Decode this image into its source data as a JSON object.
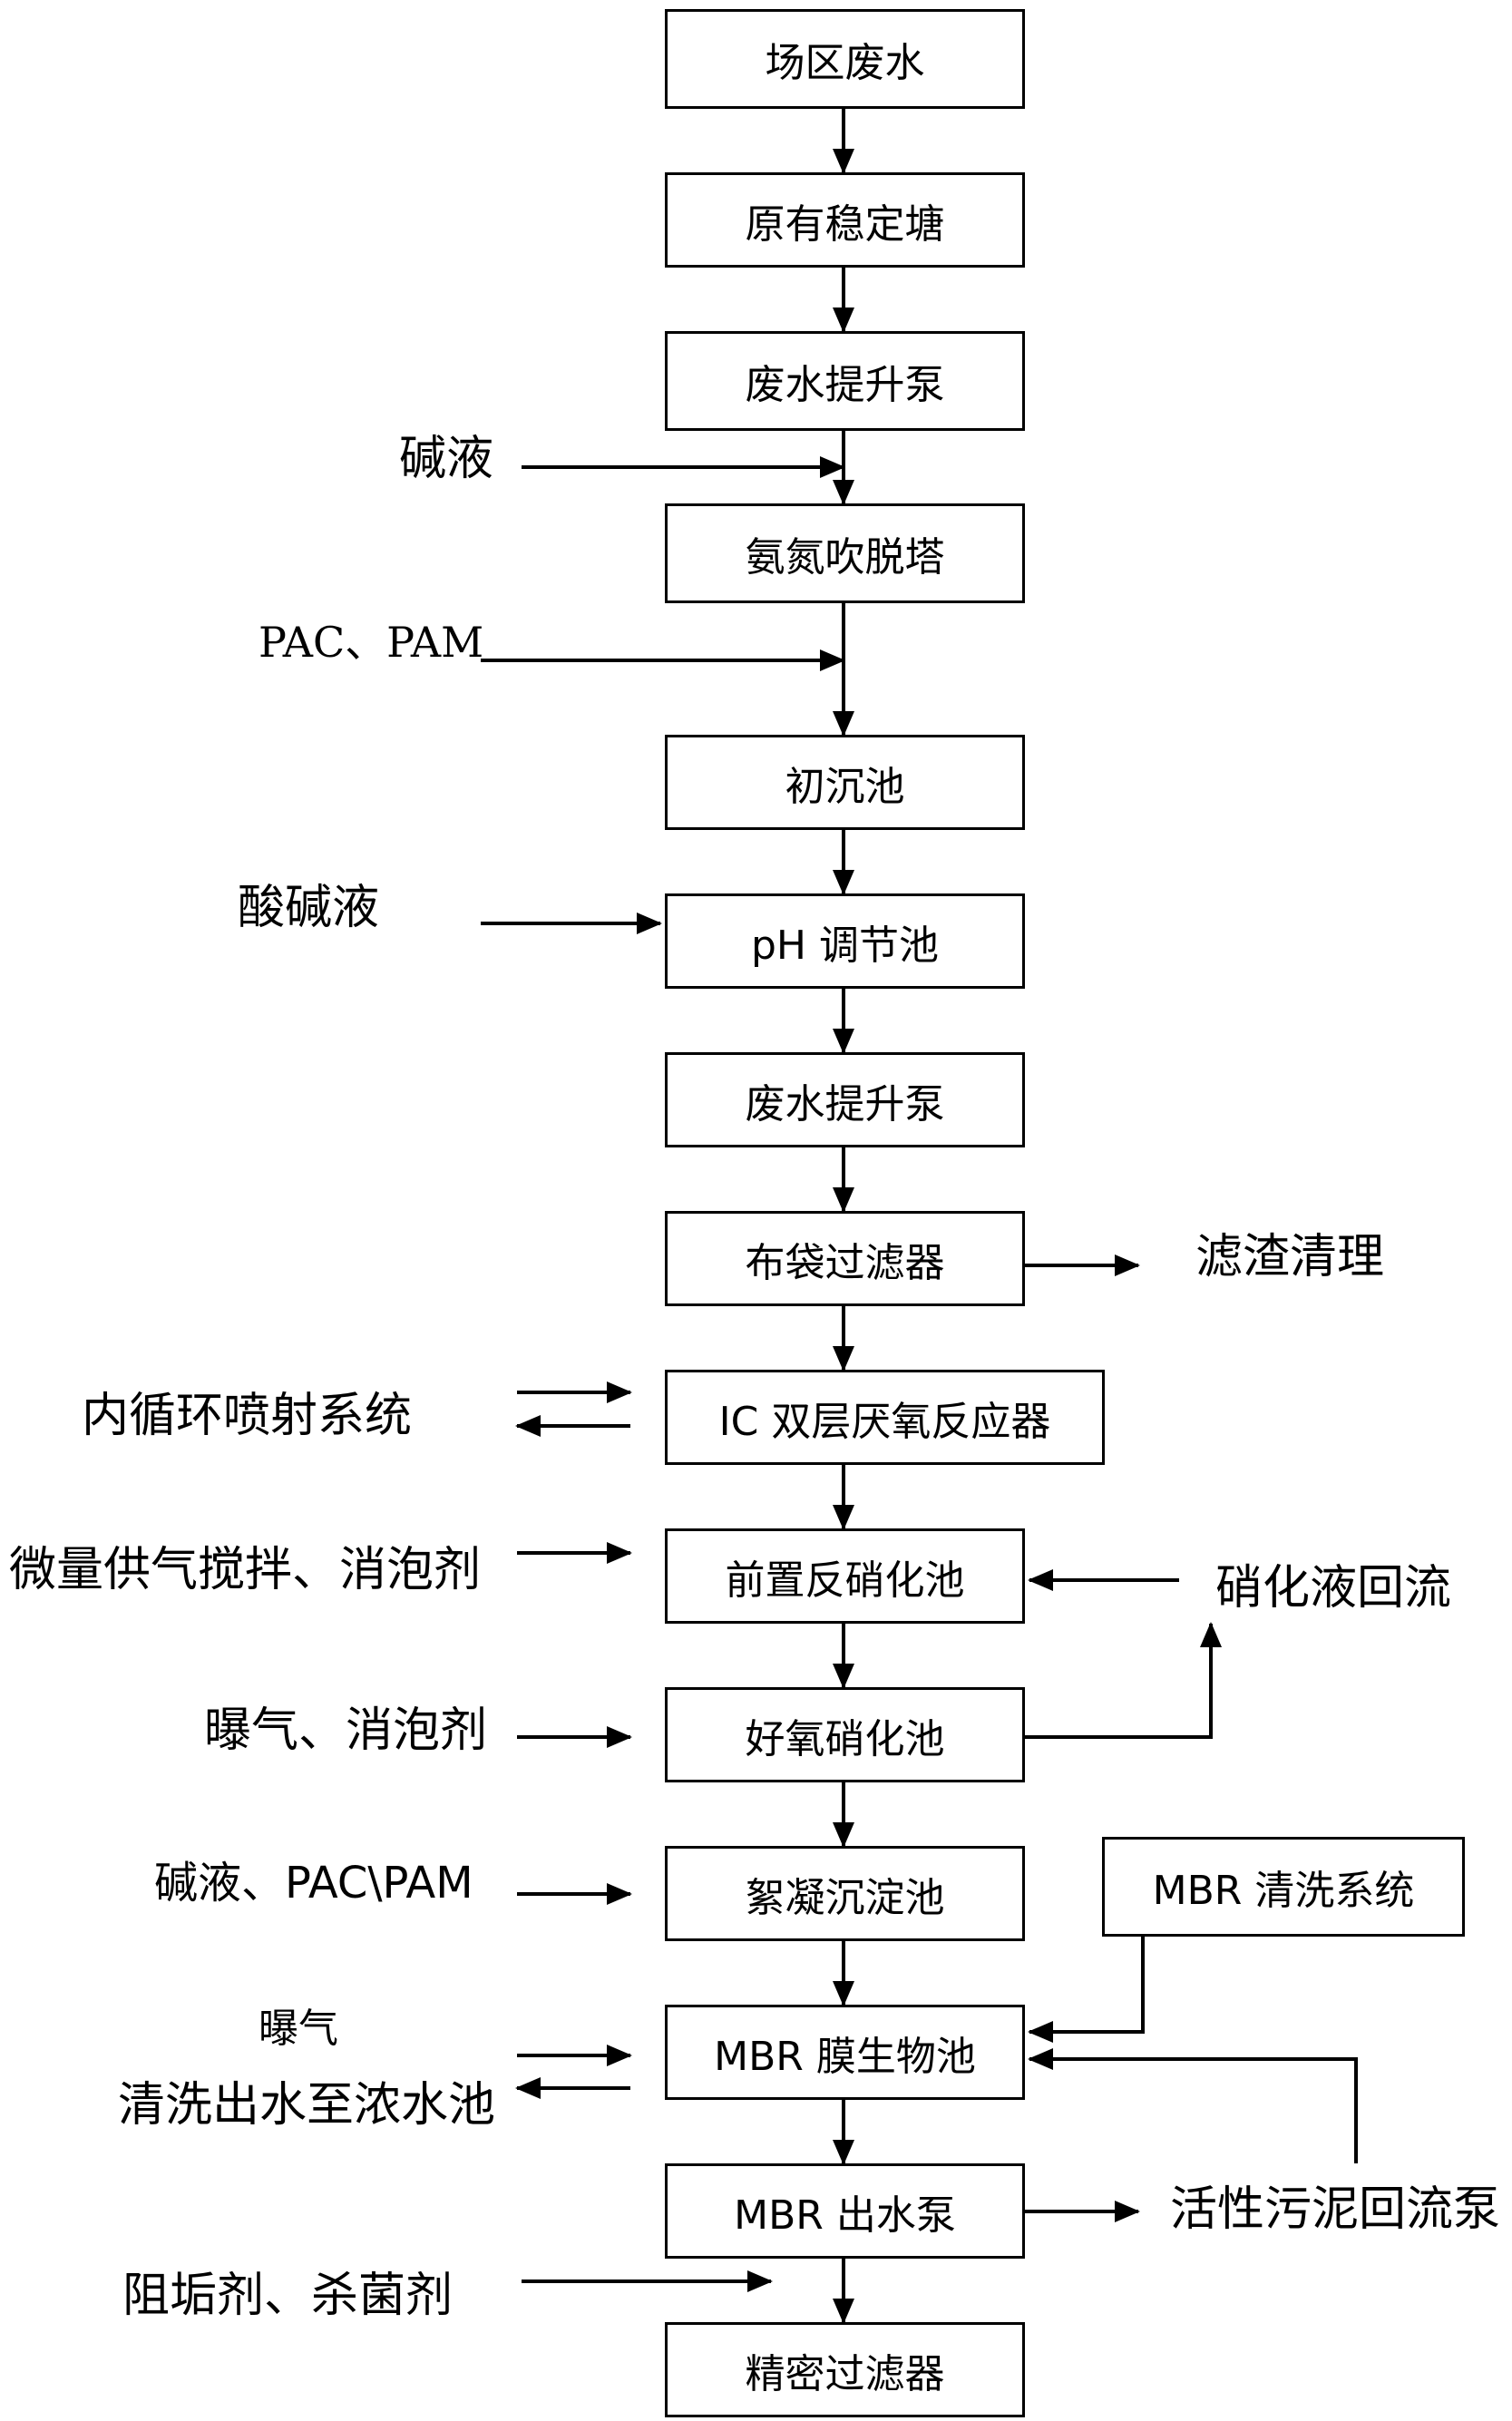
{
  "diagram": {
    "boxes": {
      "b1": "场区废水",
      "b2": "原有稳定塘",
      "b3": "废水提升泵",
      "b4": "氨氮吹脱塔",
      "b5": "初沉池",
      "b6": "pH 调节池",
      "b7": "废水提升泵",
      "b8": "布袋过滤器",
      "b9": "IC 双层厌氧反应器",
      "b10": "前置反硝化池",
      "b11": "好氧硝化池",
      "b12": "絮凝沉淀池",
      "b13": "MBR 膜生物池",
      "b14": "MBR 出水泵",
      "b15": "精密过滤器",
      "mbr_clean": "MBR 清洗系统"
    },
    "inputs": {
      "alkali": "碱液",
      "pac_pam": "PAC、PAM",
      "acid_alkali": "酸碱液",
      "internal_loop": "内循环喷射系统",
      "micro_air": "微量供气搅拌、消泡剂",
      "aeration_defoam": "曝气、消泡剂",
      "alkali_pac": "碱液、PAC\\PAM",
      "aeration": "曝气",
      "clean_out": "清洗出水至浓水池",
      "antiscalant": "阻垢剂、杀菌剂"
    },
    "outputs": {
      "filter_residue": "滤渣清理",
      "nitrate_return": "硝化液回流",
      "sludge_return": "活性污泥回流泵"
    }
  }
}
